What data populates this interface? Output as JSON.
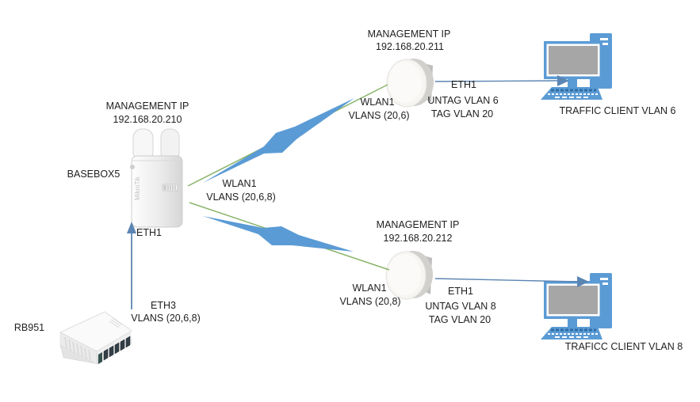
{
  "diagram": {
    "type": "network-topology",
    "colors": {
      "wireless_bolt_blue": "#5b9bd5",
      "cable_line_blue": "#5b85b3",
      "lan_line_green": "#8ab56b",
      "computer_blue": "#5b9bd5",
      "screen_gray": "#a6a6a6",
      "text": "#1f1f1f",
      "background": "#ffffff"
    },
    "devices": {
      "basebox": {
        "icon": "wireless-basestation-icon",
        "name": "BASEBOX5",
        "management_ip_label": "MANAGEMENT IP",
        "management_ip": "192.168.20.210",
        "eth_port": "ETH1"
      },
      "rb951": {
        "icon": "router-icon",
        "name": "RB951",
        "eth_port": "ETH3",
        "vlans": "VLANS (20,6,8)"
      },
      "ap_vlan6": {
        "icon": "dish-antenna-icon",
        "management_ip_label": "MANAGEMENT IP",
        "management_ip": "192.168.20.211",
        "wlan_port": "WLAN1",
        "wlan_vlans": "VLANS (20,6)",
        "eth_port": "ETH1",
        "untag": "UNTAG VLAN 6",
        "tag": "TAG VLAN 20"
      },
      "ap_vlan8": {
        "icon": "dish-antenna-icon",
        "management_ip_label": "MANAGEMENT IP",
        "management_ip": "192.168.20.212",
        "wlan_port": "WLAN1",
        "wlan_vlans": "VLANS (20,8)",
        "eth_port": "ETH1",
        "untag": "UNTAG VLAN 8",
        "tag": "TAG VLAN 20"
      },
      "client_vlan6": {
        "icon": "desktop-computer-icon",
        "name": "TRAFFIC CLIENT VLAN 6"
      },
      "client_vlan8": {
        "icon": "desktop-computer-icon",
        "name": "TRAFICC CLIENT VLAN 8"
      }
    },
    "links": {
      "trunk": {
        "port": "WLAN1",
        "vlans": "VLANS (20,6,8)"
      }
    }
  }
}
